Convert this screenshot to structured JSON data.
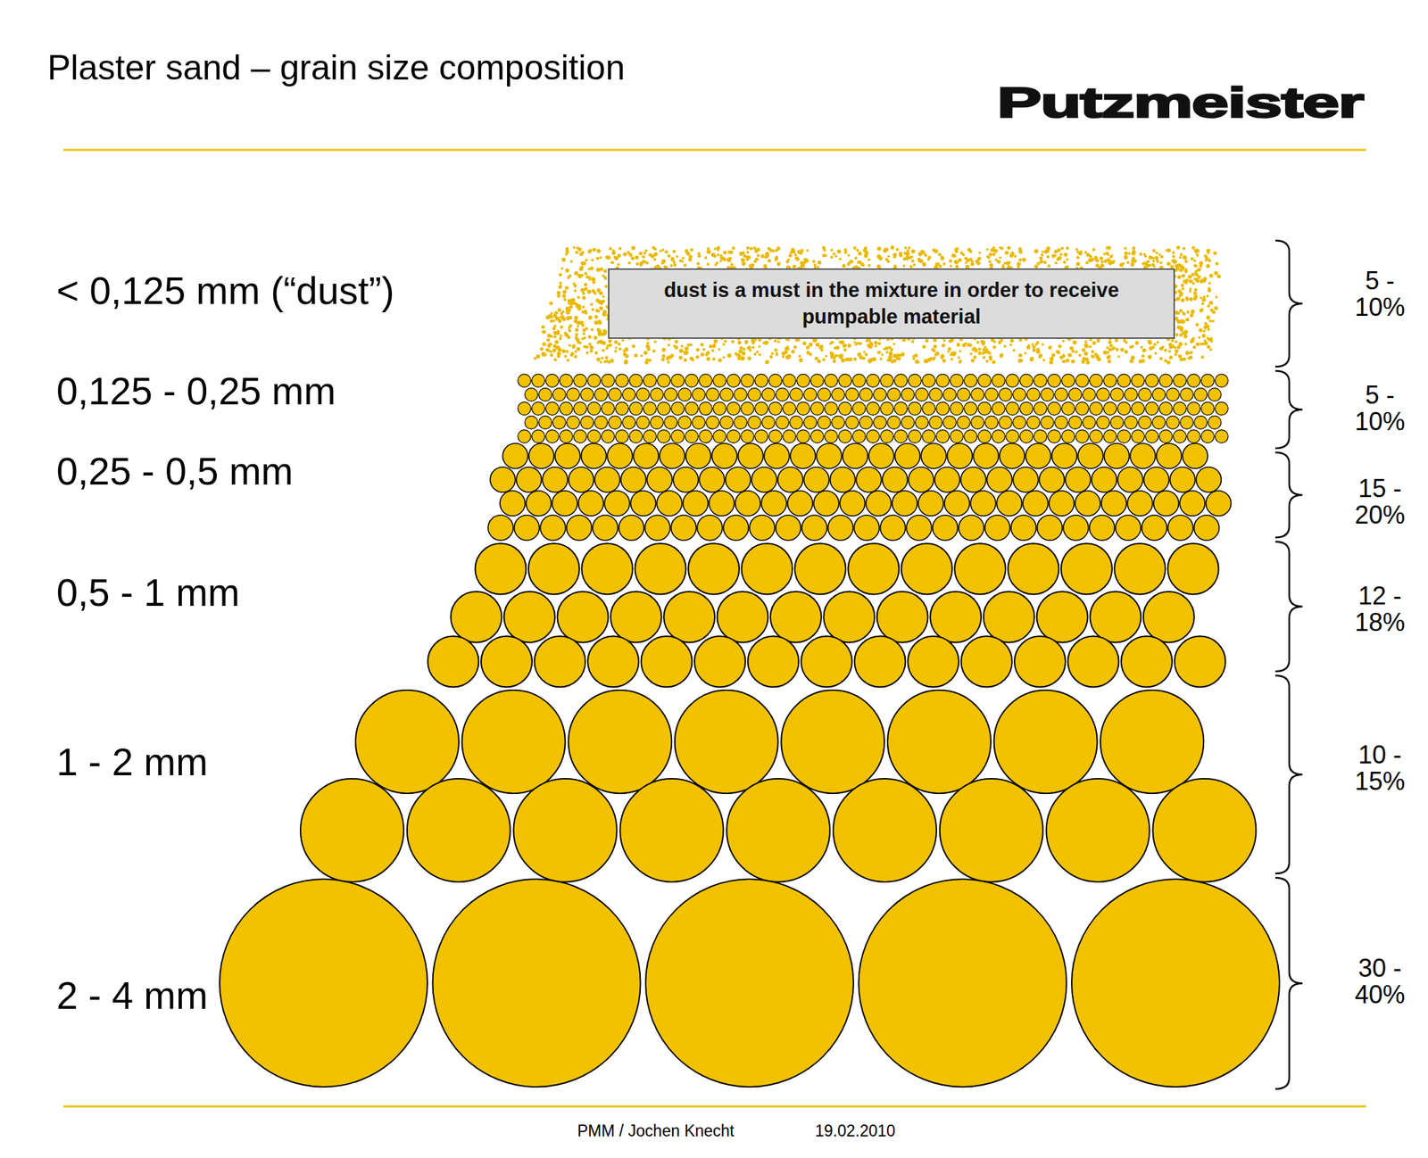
{
  "diagram": {
    "title": "Plaster sand – grain size composition",
    "nodes": [
      {
        "text": [
          "dust is a must in the mixture in order to receive pumpable material"
        ]
      }
    ],
    "labels": [
      "Putzmeister",
      "< 0,125 mm (“dust”)",
      "0,125 - 0,25 mm",
      "0,25 - 0,5 mm",
      "0,5 - 1 mm",
      "1 - 2 mm",
      "2 - 4 mm",
      "5 - 10%",
      "5 - 10%",
      "15 - 20%",
      "12 - 18%",
      "10 - 15%",
      "30 - 40%",
      "PMM / Jochen Knecht",
      "19.02.2010"
    ]
  }
}
